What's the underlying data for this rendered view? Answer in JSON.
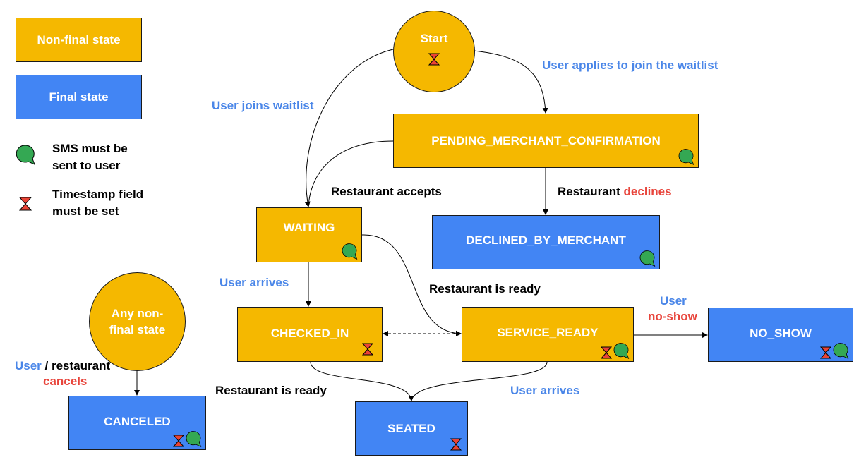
{
  "legend": {
    "non_final": "Non-final state",
    "final": "Final state",
    "sms": "SMS must be sent to user",
    "timestamp": "Timestamp field must be set"
  },
  "states": {
    "start": "Start",
    "pending": "PENDING_MERCHANT_CONFIRMATION",
    "waiting": "WAITING",
    "declined": "DECLINED_BY_MERCHANT",
    "checked_in": "CHECKED_IN",
    "service_ready": "SERVICE_READY",
    "no_show": "NO_SHOW",
    "seated": "SEATED",
    "any_nonfinal": "Any non-final state",
    "canceled": "CANCELED"
  },
  "transitions": {
    "user_applies": "User applies to join the waitlist",
    "user_joins": "User joins waitlist",
    "restaurant_accepts": "Restaurant accepts",
    "restaurant": "Restaurant",
    "declines": "declines",
    "user_arrives_1": "User arrives",
    "restaurant_is_ready_1": "Restaurant is ready",
    "user": "User",
    "no_show": "no-show",
    "restaurant_is_ready_2": "Restaurant is ready",
    "user_arrives_2": "User arrives",
    "user_cancel": "User",
    "slash_restaurant": " / restaurant",
    "cancels": "cancels"
  },
  "colors": {
    "non_final": "#F5B800",
    "final": "#4285F4",
    "sms_icon": "#34A853",
    "timestamp_icon": "#EA4335",
    "label_blue": "#4A86E8",
    "label_red": "#E8453C"
  },
  "icons": [
    "sms-bubble-icon",
    "hourglass-icon"
  ]
}
